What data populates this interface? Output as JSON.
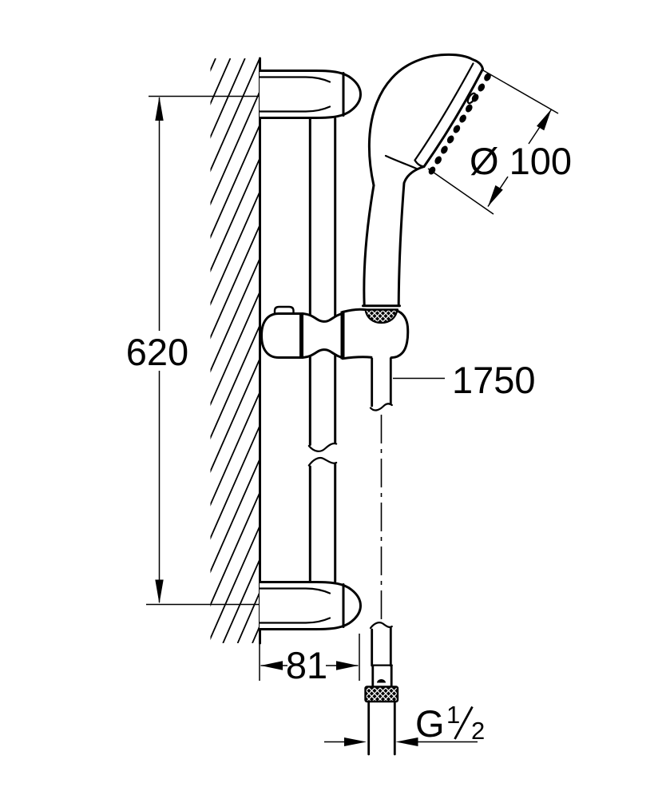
{
  "dimensions": {
    "rail_height": "620",
    "head_diameter": "Ø 100",
    "hose_length": "1750",
    "bracket_depth": "81",
    "thread_prefix": "G",
    "thread_numerator": "1",
    "thread_denominator": "2"
  },
  "style": {
    "line_color": "#000000",
    "background": "#ffffff"
  }
}
